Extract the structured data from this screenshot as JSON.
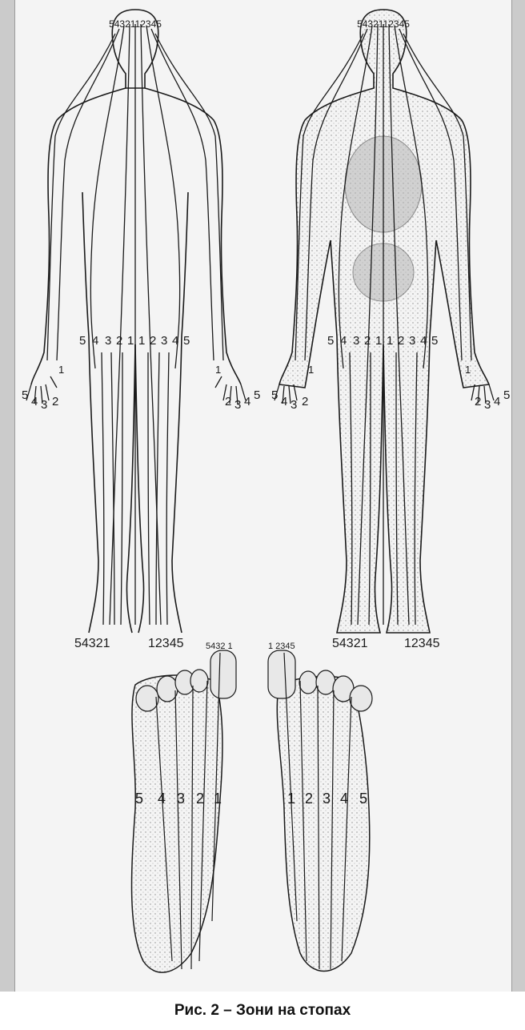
{
  "caption": "Рис. 2 – Зони на стопах",
  "labels": {
    "head": "5432112345",
    "waist": [
      "5",
      "4",
      "3",
      "2",
      "1",
      "1",
      "2",
      "3",
      "4",
      "5"
    ],
    "left_hand": [
      "5",
      "4",
      "3",
      "2",
      "1"
    ],
    "right_hand": [
      "1",
      "2",
      "3",
      "4",
      "5"
    ],
    "left_foot": "54321",
    "right_foot": "12345",
    "foot_toes_left": "5432 1",
    "foot_toes_right": "1 2345",
    "sole_left": [
      "5",
      "4",
      "3",
      "2",
      "1"
    ],
    "sole_right": [
      "1",
      "2",
      "3",
      "4",
      "5"
    ]
  },
  "colors": {
    "ink": "#1a1a1a",
    "paper": "#f4f4f4",
    "shade": "#8a8a8a"
  }
}
